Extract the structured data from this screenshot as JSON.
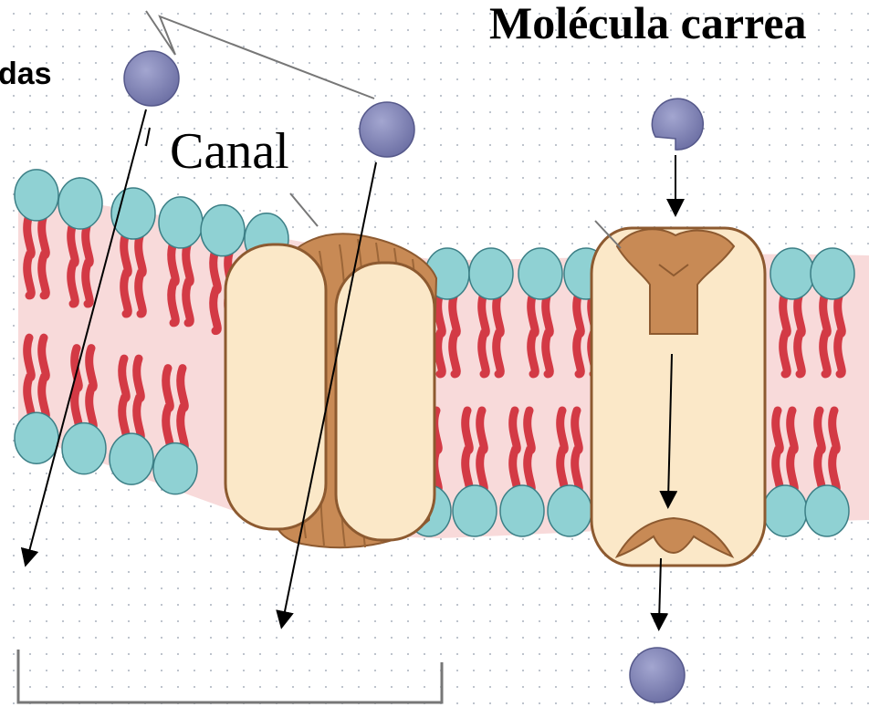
{
  "labels": {
    "simple_diffusion_fragment": "das",
    "channel": "Canal",
    "carrier_molecule": "Molécula carrea"
  },
  "colors": {
    "background": "#ffffff",
    "phospholipid_head": "#8fd1d3",
    "phospholipid_tail": "#d33a45",
    "membrane_fill": "#f8dada",
    "protein_cream": "#fbe8c8",
    "protein_brown": "#c88a55",
    "solute": "#7c7fb0",
    "arrow": "#000000"
  },
  "icons": [
    "solute-molecule",
    "phospholipid",
    "channel-protein",
    "carrier-protein",
    "arrow"
  ]
}
